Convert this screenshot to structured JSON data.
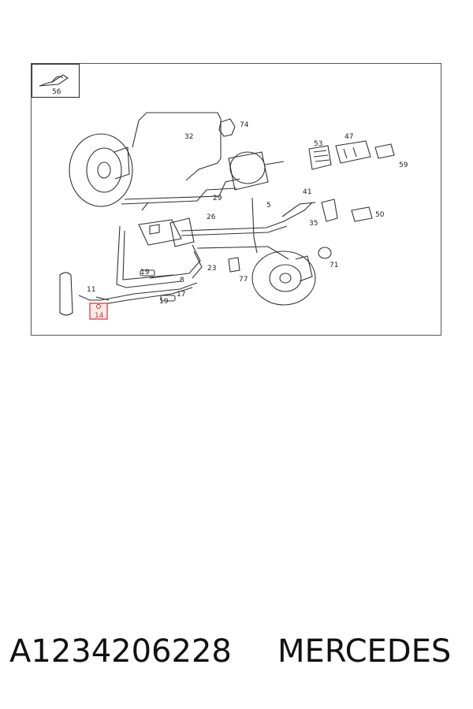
{
  "diagram": {
    "highlight_color": "#d8302f",
    "callouts": {
      "c56": "56",
      "c74": "74",
      "c32": "32",
      "c53": "53",
      "c47": "47",
      "c59": "59",
      "c29": "29",
      "c41": "41",
      "c5": "5",
      "c26": "26",
      "c50": "50",
      "c35": "35",
      "c71": "71",
      "c19a": "19",
      "c23": "23",
      "c77": "77",
      "c8": "8",
      "c11": "11",
      "c17": "17",
      "c19b": "19",
      "c14": "14"
    },
    "highlighted_callout": "14"
  },
  "footer": {
    "part_number": "A1234206228",
    "brand": "MERCEDES"
  }
}
